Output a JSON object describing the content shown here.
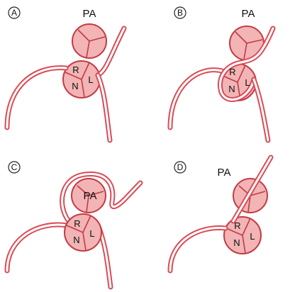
{
  "panels": [
    {
      "letter": "A",
      "pa": "PA",
      "cusps": {
        "right": "R",
        "left": "L",
        "noncoronary": "N"
      }
    },
    {
      "letter": "B",
      "pa": "PA",
      "cusps": {
        "right": "R",
        "left": "L",
        "noncoronary": "N"
      }
    },
    {
      "letter": "C",
      "pa": "PA",
      "cusps": {
        "right": "R",
        "left": "L",
        "noncoronary": "N"
      }
    },
    {
      "letter": "D",
      "pa": "PA",
      "cusps": {
        "right": "R",
        "left": "L",
        "noncoronary": "N"
      }
    }
  ],
  "colors": {
    "vessel": "#d94c57",
    "valve_fill": "#f2b4b4",
    "valve_stroke": "#c23b45"
  }
}
